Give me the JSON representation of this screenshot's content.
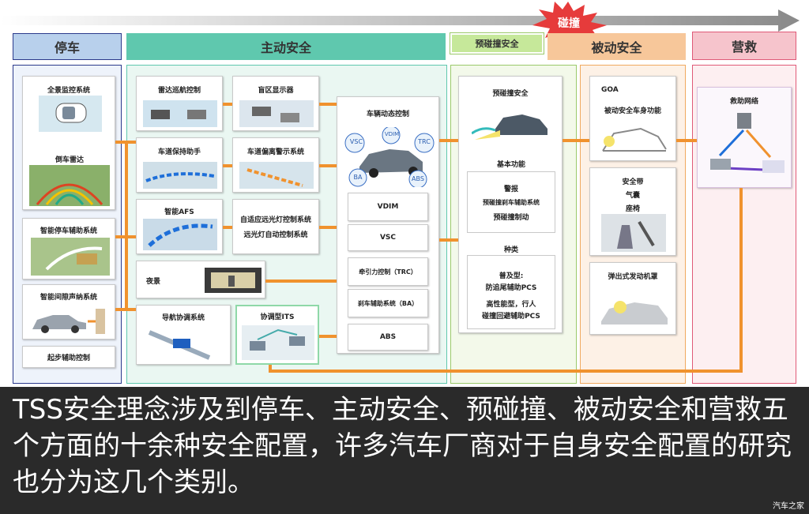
{
  "timeline": {
    "collision_label": "碰撞"
  },
  "phases": {
    "parking": "停车",
    "active_safety": "主动安全",
    "pre_collision": "预碰撞安全",
    "passive_safety": "被动安全",
    "rescue": "营救"
  },
  "parking_items": [
    "全景监控系统",
    "倒车雷达",
    "智能停车辅助系统",
    "智能间隙声纳系统",
    "起步辅助控制"
  ],
  "active_items": {
    "radar_cruise": "雷达巡航控制",
    "blind_spot": "盲区显示器",
    "lane_keep": "车道保持助手",
    "lane_departure": "车道偏离警示系统",
    "afs": "智能AFS",
    "adaptive_light_1": "自适应远光灯控制系统",
    "adaptive_light_2": "远光灯自动控制系统",
    "night_view": "夜景",
    "nav_coop": "导航协调系统",
    "its": "协调型ITS"
  },
  "dynamics": {
    "title": "车辆动态控制",
    "badges": [
      "VSC",
      "VDIM",
      "TRC",
      "BA",
      "ABS"
    ],
    "items": [
      "VDIM",
      "VSC",
      "牵引力控制（TRC）",
      "刹车辅助系统（BA）",
      "ABS"
    ]
  },
  "pre_collision_box": {
    "title": "预碰撞安全",
    "basic_title": "基本功能",
    "basic_items": [
      "警报",
      "预碰撞刹车辅助系统",
      "预碰撞制动"
    ],
    "types_title": "种类",
    "type_1a": "普及型:",
    "type_1b": "防追尾辅助PCS",
    "type_2a": "高性能型，行人",
    "type_2b": "碰撞回避辅助PCS"
  },
  "passive_items": {
    "goa": "GOA",
    "body": "被动安全车身功能",
    "seatbelt": "安全带",
    "airbag": "气囊",
    "seat": "座椅",
    "hood": "弹出式发动机罩"
  },
  "rescue_items": {
    "network": "救助网络"
  },
  "caption": "TSS安全理念涉及到停车、主动安全、预碰撞、被动安全和营救五个方面的十余种安全配置，许多汽车厂商对于自身安全配置的研究也分为这几个类别。",
  "watermark": "汽车之家",
  "colors": {
    "parking": "#b8d0ec",
    "active": "#5fc8ae",
    "pre_collision": "#c6e89a",
    "passive": "#f7c79a",
    "rescue": "#f6c4cc",
    "connector": "#f0922e"
  }
}
